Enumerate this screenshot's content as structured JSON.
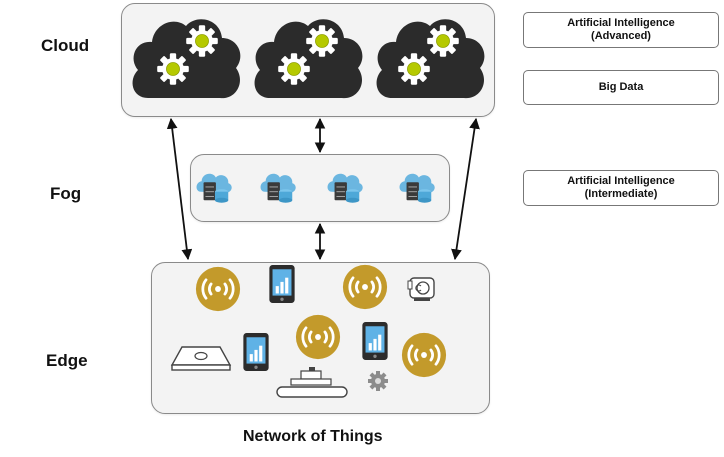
{
  "tiers": {
    "cloud": "Cloud",
    "fog": "Fog",
    "edge": "Edge"
  },
  "side_boxes": {
    "ai_advanced": [
      "Artificial Intelligence",
      "(Advanced)"
    ],
    "big_data": "Big Data",
    "ai_intermediate": [
      "Artificial Intelligence",
      "(Intermediate)"
    ]
  },
  "bottom_title": "Network of Things",
  "colors": {
    "cloud_dark": "#2b2b2b",
    "gear_accent": "#b5c900",
    "antenna_gold": "#c39a2b",
    "fog_blue": "#6bb6e0"
  }
}
